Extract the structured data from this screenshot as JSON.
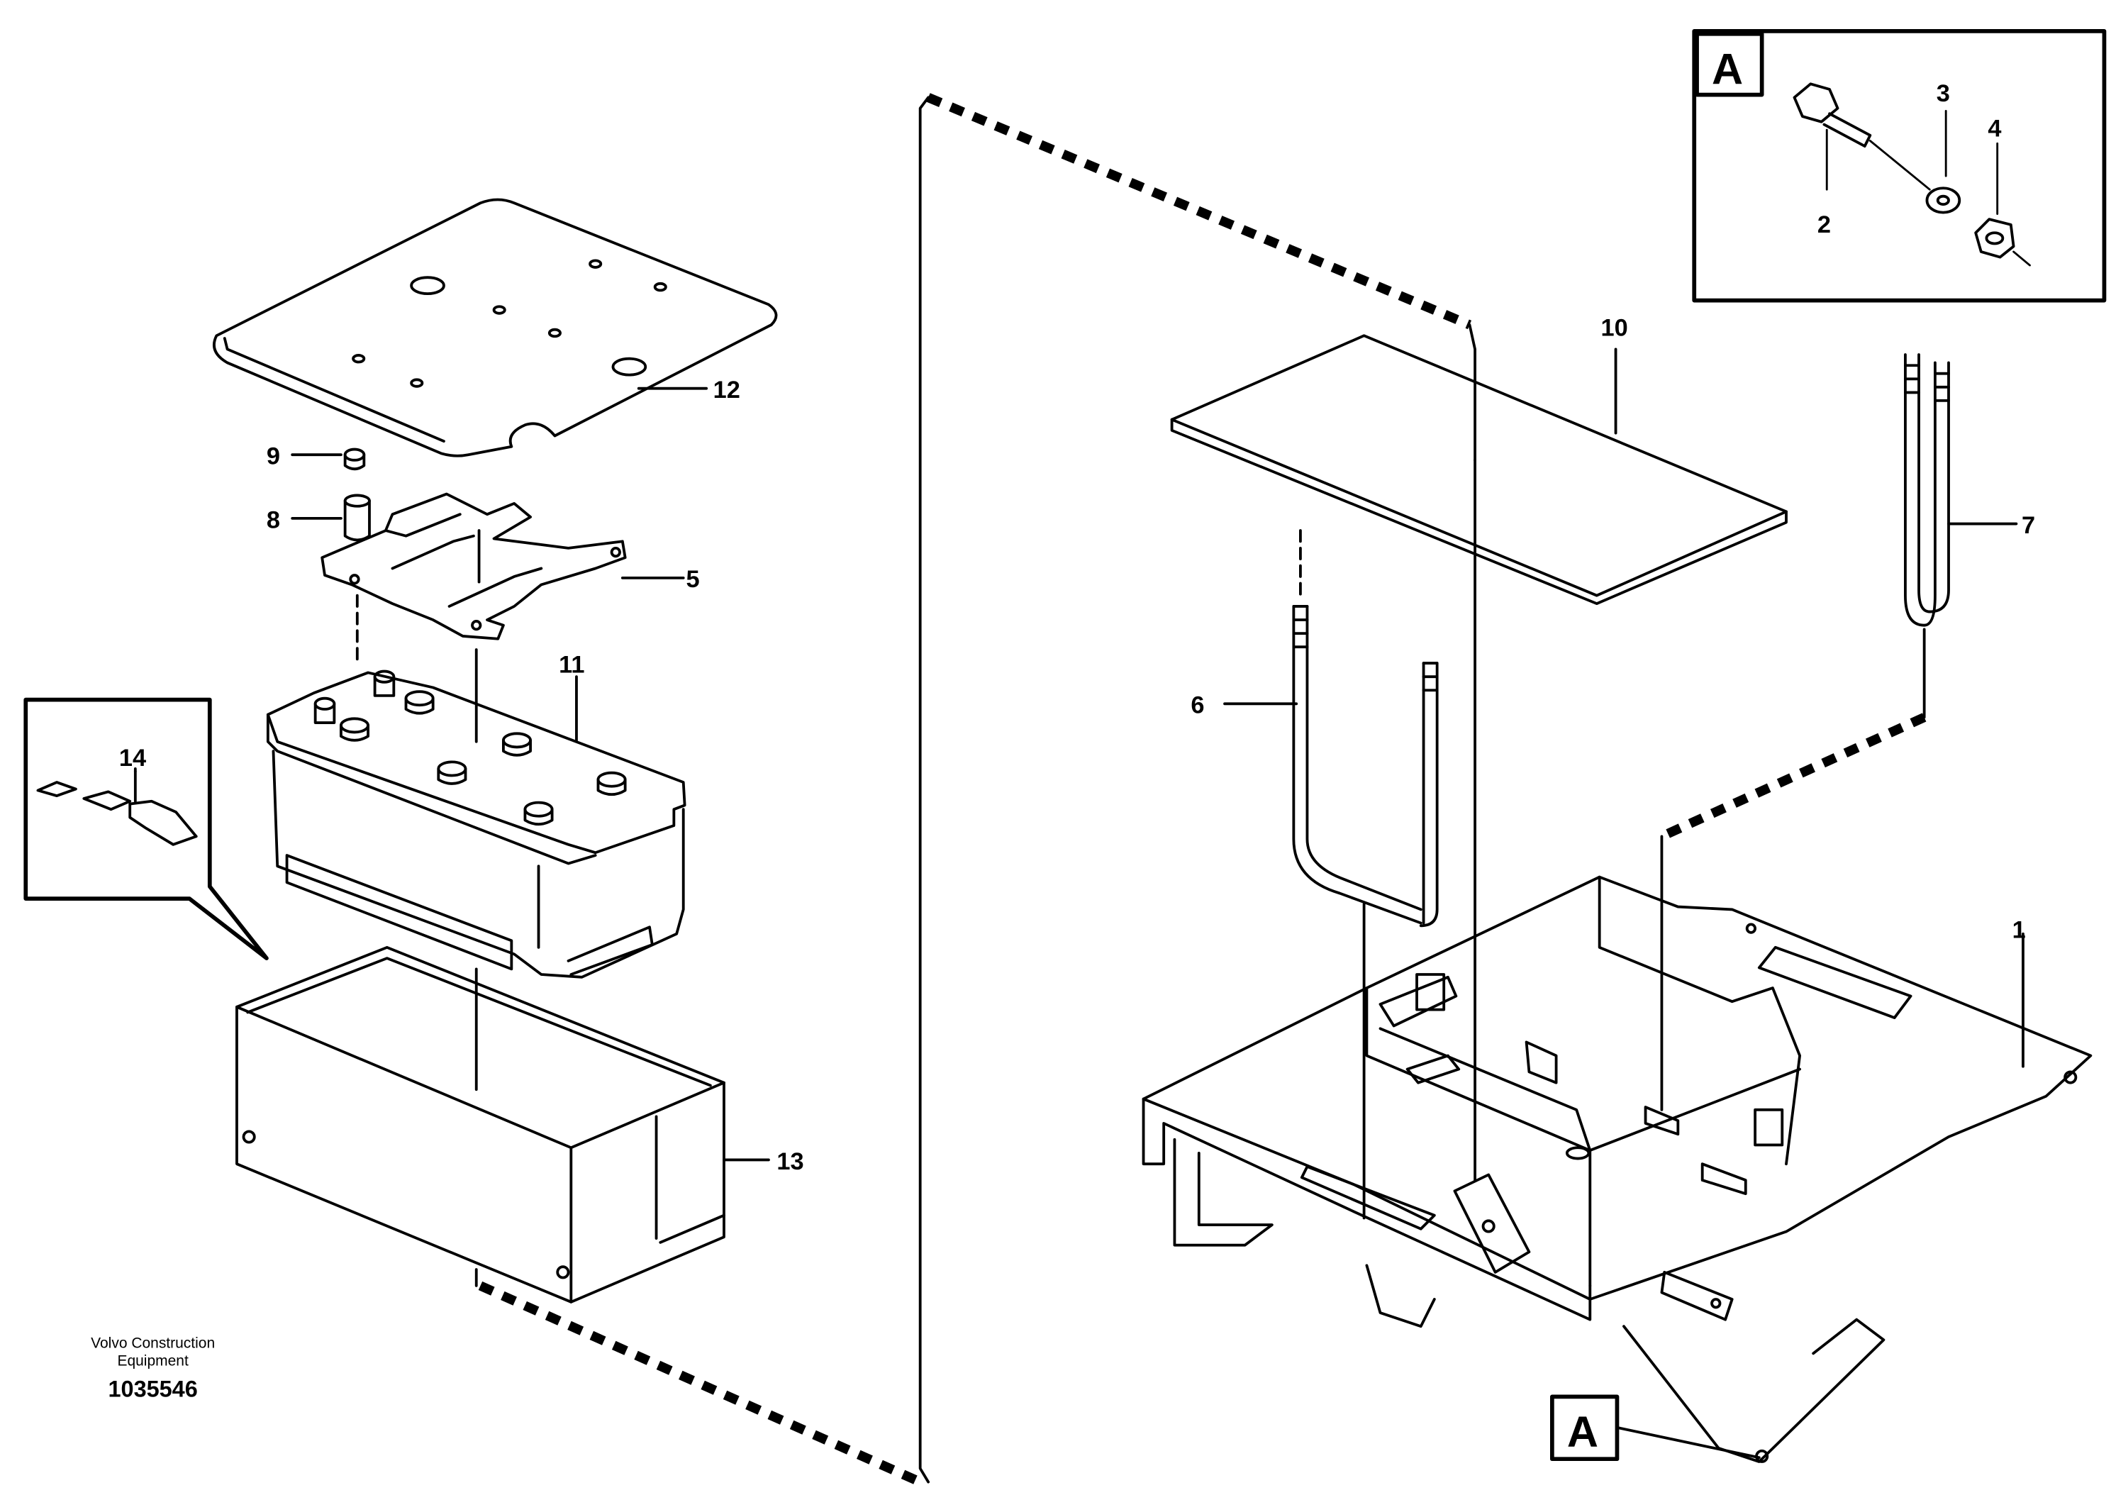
{
  "callouts": {
    "c1": "1",
    "c2": "2",
    "c3": "3",
    "c4": "4",
    "c5": "5",
    "c6": "6",
    "c7": "7",
    "c8": "8",
    "c9": "9",
    "c10": "10",
    "c11": "11",
    "c12": "12",
    "c13": "13",
    "c14": "14"
  },
  "detail_label": "A",
  "reference_label": "A",
  "credit_line1": "Volvo Construction",
  "credit_line2": "Equipment",
  "drawing_number": "1035546"
}
